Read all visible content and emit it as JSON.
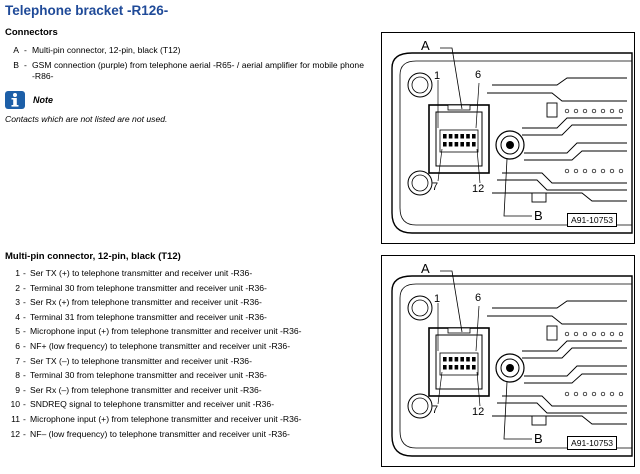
{
  "title": "Telephone bracket -R126-",
  "connectors": {
    "heading": "Connectors",
    "items": [
      {
        "key": "A",
        "sep": "-",
        "text": "Multi-pin connector, 12-pin, black (T12)"
      },
      {
        "key": "B",
        "sep": "-",
        "text": "GSM connection (purple) from telephone aerial -R65- / aerial amplifier for mobile phone",
        "text2": "-R86-"
      }
    ]
  },
  "note": {
    "label": "Note",
    "text": "Contacts which are not listed are not used.",
    "icon": "info-icon"
  },
  "pins": {
    "heading": "Multi-pin connector, 12-pin, black (T12)",
    "items": [
      {
        "num": "1",
        "text": "Ser TX (+) to telephone transmitter and receiver unit -R36-"
      },
      {
        "num": "2",
        "text": "Terminal 30 from telephone transmitter and receiver unit -R36-"
      },
      {
        "num": "3",
        "text": "Ser Rx (+) from telephone transmitter and receiver unit -R36-"
      },
      {
        "num": "4",
        "text": "Terminal 31 from telephone transmitter and receiver unit -R36-"
      },
      {
        "num": "5",
        "text": "Microphone input (+) from telephone transmitter and receiver unit -R36-"
      },
      {
        "num": "6",
        "text": "NF+ (low frequency) to telephone transmitter and receiver unit -R36-"
      },
      {
        "num": "7",
        "text": "Ser TX (–) to telephone transmitter and receiver unit -R36-"
      },
      {
        "num": "8",
        "text": "Terminal 30 from telephone transmitter and receiver unit -R36-"
      },
      {
        "num": "9",
        "text": "Ser Rx (–) from telephone transmitter and receiver unit -R36-"
      },
      {
        "num": "10",
        "text": "SNDREQ signal to telephone transmitter and receiver unit -R36-"
      },
      {
        "num": "11",
        "text": "Microphone input (+) from telephone transmitter and receiver unit -R36-"
      },
      {
        "num": "12",
        "text": "NF– (low frequency) to telephone transmitter and receiver unit -R36-"
      }
    ]
  },
  "figures": [
    {
      "label_a": "A",
      "label_b": "B",
      "pin_1": "1",
      "pin_6": "6",
      "pin_7": "7",
      "pin_12": "12",
      "caption": "A91-10753"
    },
    {
      "label_a": "A",
      "label_b": "B",
      "pin_1": "1",
      "pin_6": "6",
      "pin_7": "7",
      "pin_12": "12",
      "caption": "A91-10753"
    }
  ]
}
